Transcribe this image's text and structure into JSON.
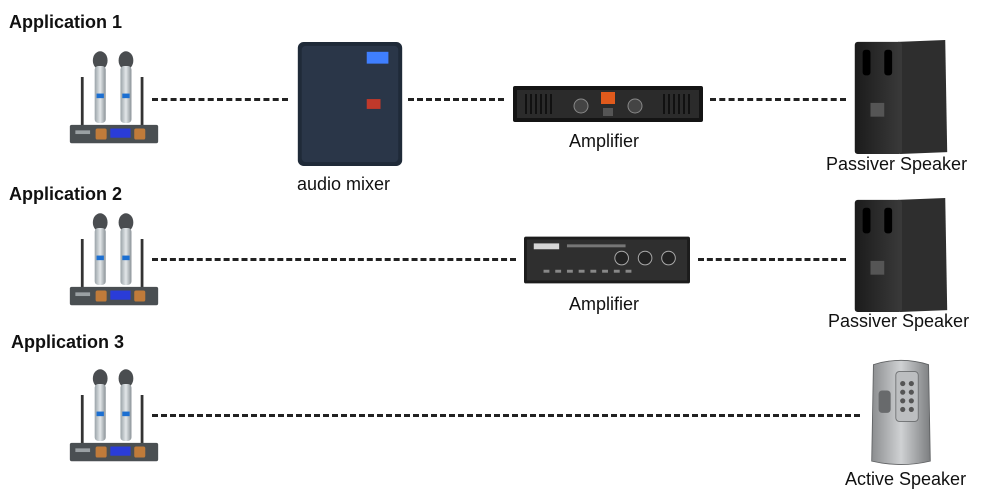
{
  "applications": [
    {
      "title": "Application 1",
      "devices": [
        {
          "type": "wireless-mic-system"
        },
        {
          "type": "audio-mixer",
          "label": "audio mixer"
        },
        {
          "type": "power-amplifier",
          "label": "Amplifier"
        },
        {
          "type": "passive-speaker",
          "label": "Passiver Speaker"
        }
      ]
    },
    {
      "title": "Application 2",
      "devices": [
        {
          "type": "wireless-mic-system"
        },
        {
          "type": "mixing-amplifier",
          "label": "Amplifier"
        },
        {
          "type": "passive-speaker",
          "label": "Passiver Speaker"
        }
      ]
    },
    {
      "title": "Application 3",
      "devices": [
        {
          "type": "wireless-mic-system"
        },
        {
          "type": "active-speaker",
          "label": "Active Speaker"
        }
      ]
    }
  ]
}
